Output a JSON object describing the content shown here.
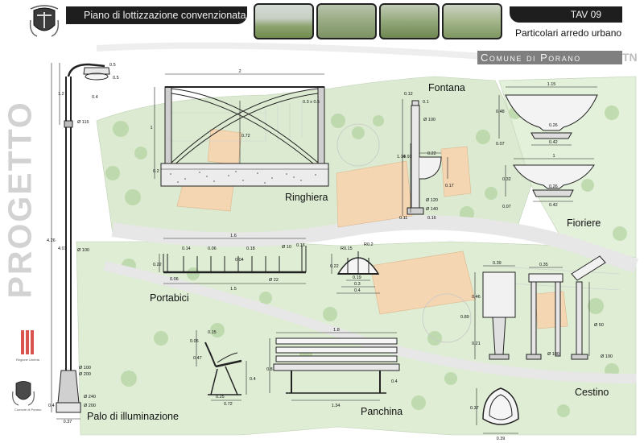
{
  "header": {
    "title": "Piano di lottizzazione convenzionata",
    "tav": "TAV 09",
    "subtitle": "Particolari arredo urbano",
    "comune": "Comune di Porano",
    "province": "TN"
  },
  "side": {
    "stamp": "PROGETTO",
    "region_caption": "Regione Umbria",
    "comune_caption": "Comune di Porano"
  },
  "labels": {
    "ringhiera": "Ringhiera",
    "fontana": "Fontana",
    "fioriere": "Fioriere",
    "portabici": "Portabici",
    "palo": "Palo di illuminazione",
    "panchina": "Panchina",
    "cestino": "Cestino"
  },
  "dims": {
    "ringhiera": {
      "width": "2",
      "height": "1",
      "inner": "0.72",
      "post": "0.3 x 0.5",
      "base": "0.2"
    },
    "fontana": {
      "top": "0.12",
      "top_w": "0.1",
      "d_top": "Ø 100",
      "h_total": "1.14",
      "h_mid": "0.91",
      "basin": "0.22",
      "basin_h": "0.17",
      "d_mid": "Ø 120",
      "d_base": "Ø 140",
      "foot": "0.11",
      "foot_w": "0.16"
    },
    "fioriere": {
      "a_top": "1.15",
      "a_h": "0.48",
      "a_mid": "0.26",
      "a_base": "0.42",
      "a_foot": "0.07",
      "b_top": "1",
      "b_h": "0.32",
      "b_mid": "0.26",
      "b_base": "0.42",
      "b_foot": "0.07"
    },
    "portabici": {
      "total": "1.6",
      "s1": "0.14",
      "s2": "0.06",
      "s3": "0.18",
      "d_bar": "Ø 10",
      "h_right": "0.16",
      "h_left": "0.22",
      "foot": "0.06",
      "h_mid": "0.04",
      "d_tube": "Ø 22",
      "base": "1.5"
    },
    "arch": {
      "r1": "R0.15",
      "r2": "R0.2",
      "h": "0.22",
      "w1": "0.19",
      "w2": "0.3",
      "w3": "0.4"
    },
    "palo": {
      "arm": "0.5",
      "arm_h": "0.5",
      "arm_w": "0.4",
      "height_top": "1.2",
      "d_lamp": "Ø 115",
      "total": "4.26",
      "shaft": "4.01",
      "d_shaft": "Ø 100",
      "d_base1": "Ø 100",
      "d_base2": "Ø 200",
      "d_foot1": "Ø 240",
      "d_foot2": "Ø 200",
      "base_w": "0.37",
      "base_h": "0.4"
    },
    "panchina": {
      "width": "1.8",
      "height": "0.8",
      "seat": "0.4",
      "legs": "1.34"
    },
    "sedile": {
      "a": "0.05",
      "b": "0.15",
      "c": "0.47",
      "d": "0.25",
      "e": "0.72",
      "f": "0.4"
    },
    "cestino": {
      "w1": "0.39",
      "w2": "0.35",
      "h_top": "0.46",
      "h_total": "0.89",
      "h_leg": "0.21",
      "d_leg": "Ø 100",
      "d_post": "Ø 50",
      "d_base": "Ø 190",
      "plan_w": "0.39",
      "plan_h": "0.37"
    }
  },
  "colors": {
    "dark_bar": "#1e1e1e",
    "comune_bar": "#7f7f7f",
    "park_green": "#cfe3c0",
    "building": "#f2c79a",
    "road": "#e6e6e6"
  }
}
